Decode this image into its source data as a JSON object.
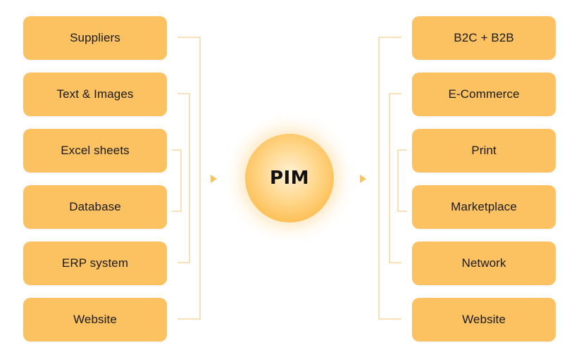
{
  "sources": [
    {
      "label": "Suppliers"
    },
    {
      "label": "Text & Images"
    },
    {
      "label": "Excel sheets"
    },
    {
      "label": "Database"
    },
    {
      "label": "ERP system"
    },
    {
      "label": "Website"
    }
  ],
  "hub": {
    "label": "PIM"
  },
  "destinations": [
    {
      "label": "B2C + B2B"
    },
    {
      "label": "E-Commerce"
    },
    {
      "label": "Print"
    },
    {
      "label": "Marketplace"
    },
    {
      "label": "Network"
    },
    {
      "label": "Website"
    }
  ],
  "colors": {
    "box": "#fcc161",
    "connector": "#f5cf8f",
    "text": "#1a1a1a"
  }
}
